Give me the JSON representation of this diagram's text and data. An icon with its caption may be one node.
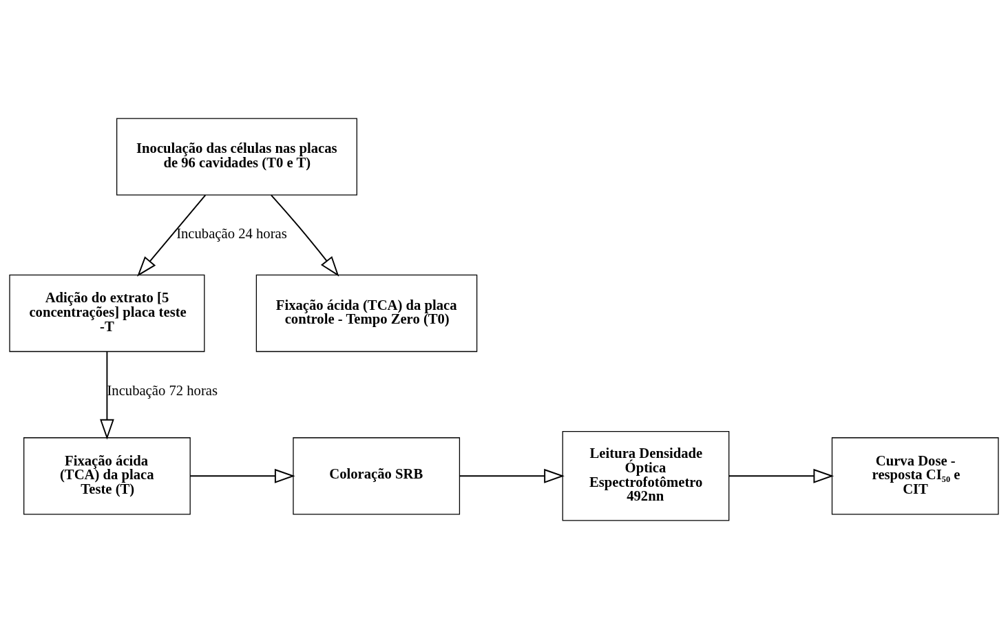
{
  "diagram": {
    "nodes": [
      {
        "text": [
          "Inoculação das células nas placas de 96 cavidades (T0 e T)"
        ]
      },
      {
        "text": [
          "Adição do extrato [5 concentrações] placa teste -T"
        ]
      },
      {
        "text": [
          "Fixação ácida (TCA) da placa controle - Tempo Zero (T0)"
        ]
      },
      {
        "text": [
          "Fixação ácida (TCA) da placa Teste (T)"
        ]
      },
      {
        "text": [
          "Coloração SRB"
        ]
      },
      {
        "text": [
          "Leitura Densidade Óptica Espectrofotômetro 492nn"
        ]
      },
      {
        "text": [
          "Curva Dose - resposta CI₅₀ e CIT"
        ]
      }
    ],
    "edges": [
      {
        "from": 0,
        "to": 1,
        "arrow": "to",
        "label": "Incubação 24 horas"
      },
      {
        "from": 0,
        "to": 2,
        "arrow": "to"
      },
      {
        "from": 1,
        "to": 3,
        "arrow": "to",
        "label": "Incubação 72 horas"
      },
      {
        "from": 3,
        "to": 4,
        "arrow": "to"
      },
      {
        "from": 4,
        "to": 5,
        "arrow": "to"
      },
      {
        "from": 5,
        "to": 6,
        "arrow": "to"
      }
    ]
  }
}
